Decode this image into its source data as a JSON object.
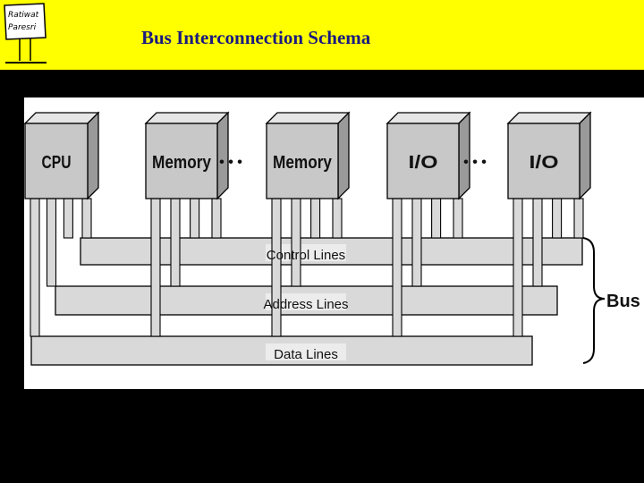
{
  "header": {
    "title": "Bus Interconnection Schema",
    "sign_line1": "Ratiwat",
    "sign_line2": "Paresri"
  },
  "diagram": {
    "modules": [
      {
        "label": "CPU"
      },
      {
        "label": "Memory"
      },
      {
        "label": "Memory"
      },
      {
        "label": "I/O"
      },
      {
        "label": "I/O"
      }
    ],
    "ellipsis": "• • •",
    "lines": {
      "control": "Control Lines",
      "address": "Address Lines",
      "data": "Data Lines"
    },
    "bus_label": "Bus"
  },
  "colors": {
    "header_bg": "#ffff00",
    "title": "#1a1a80",
    "module_face": "#c8c8c8",
    "module_top": "#e6e6e6",
    "module_side": "#9a9a9a",
    "line_fill": "#d9d9d9"
  }
}
